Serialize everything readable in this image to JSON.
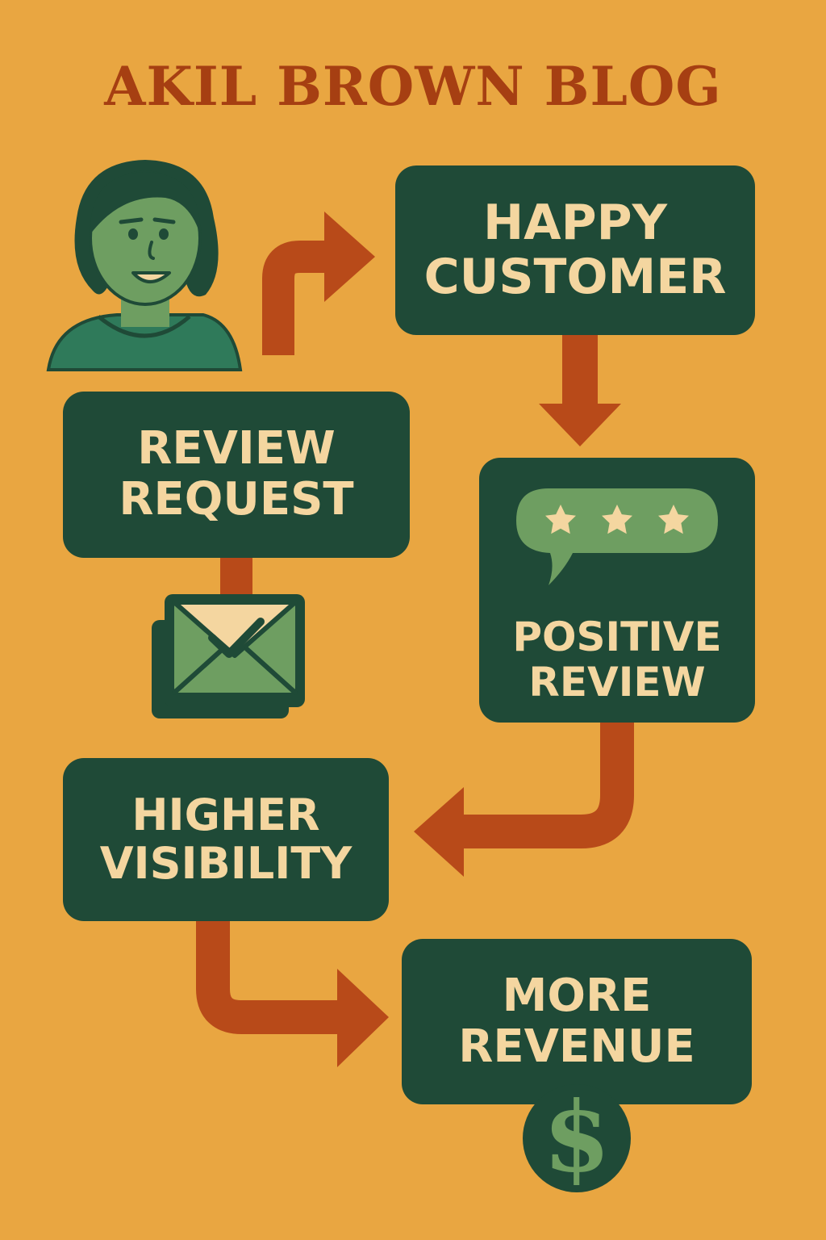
{
  "title": "AKIL BROWN BLOG",
  "steps": {
    "happy_customer": [
      "HAPPY",
      "CUSTOMER"
    ],
    "review_request": [
      "REVIEW",
      "REQUEST"
    ],
    "positive_review": [
      "POSITIVE",
      "REVIEW"
    ],
    "higher_visibility": [
      "HIGHER",
      "VISIBILITY"
    ],
    "more_revenue": [
      "MORE",
      "REVENUE"
    ]
  },
  "icons": {
    "customer": "person-avatar-icon",
    "email": "envelope-check-icon",
    "rating": "three-star-speech-bubble-icon",
    "money": "dollar-coin-icon"
  },
  "colors": {
    "background": "#E9A641",
    "title": "#A63F12",
    "box": "#1F4A37",
    "box_text": "#F4D6A0",
    "arrow": "#B84A19",
    "icon_green": "#6E9E61"
  }
}
